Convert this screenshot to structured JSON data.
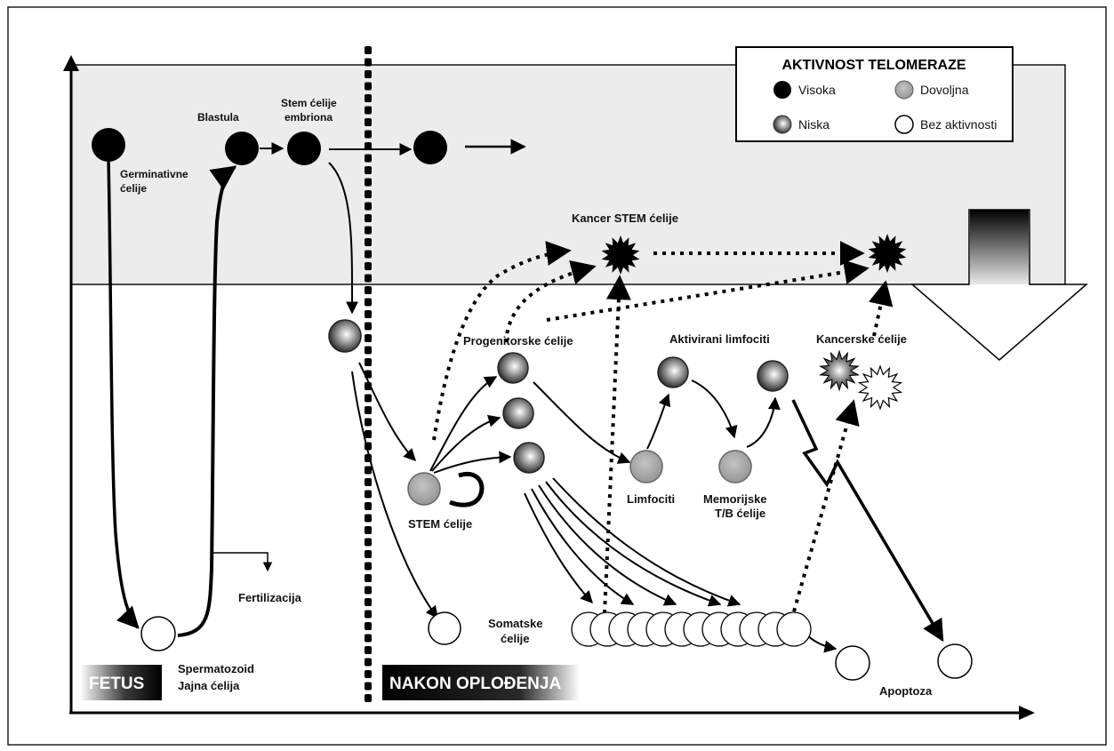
{
  "legend": {
    "title": "AKTIVNOST TELOMERAZE",
    "items": [
      {
        "label": "Visoka",
        "level": "high"
      },
      {
        "label": "Dovoljna",
        "level": "sufficient"
      },
      {
        "label": "Niska",
        "level": "low"
      },
      {
        "label": "Bez aktivnosti",
        "level": "none"
      }
    ]
  },
  "phases": {
    "fetus": "FETUS",
    "after": "NAKON OPLOĐENJA"
  },
  "labels": {
    "germ_1": "Germinativne",
    "germ_2": "ćelije",
    "blastula": "Blastula",
    "embryo_1": "Stem ćelije",
    "embryo_2": "embriona",
    "fertilization": "Fertilizacija",
    "gametes_1": "Spermatozoid",
    "gametes_2": "Jajna ćelija",
    "cancer_stem": "Kancer STEM ćelije",
    "progenitor": "Progenitorske ćelije",
    "activated": "Aktivirani limfociti",
    "cancer_cells": "Kancerske ćelije",
    "stem": "STEM ćelije",
    "lymphocytes": "Limfociti",
    "memory_1": "Memorijske",
    "memory_2": "T/B ćelije",
    "somatic_1": "Somatske",
    "somatic_2": "ćelije",
    "apoptosis": "Apoptoza"
  },
  "colors": {
    "band": "#ececec",
    "high": "#000000",
    "sufficient": "#a9a9a9",
    "none": "#ffffff"
  }
}
